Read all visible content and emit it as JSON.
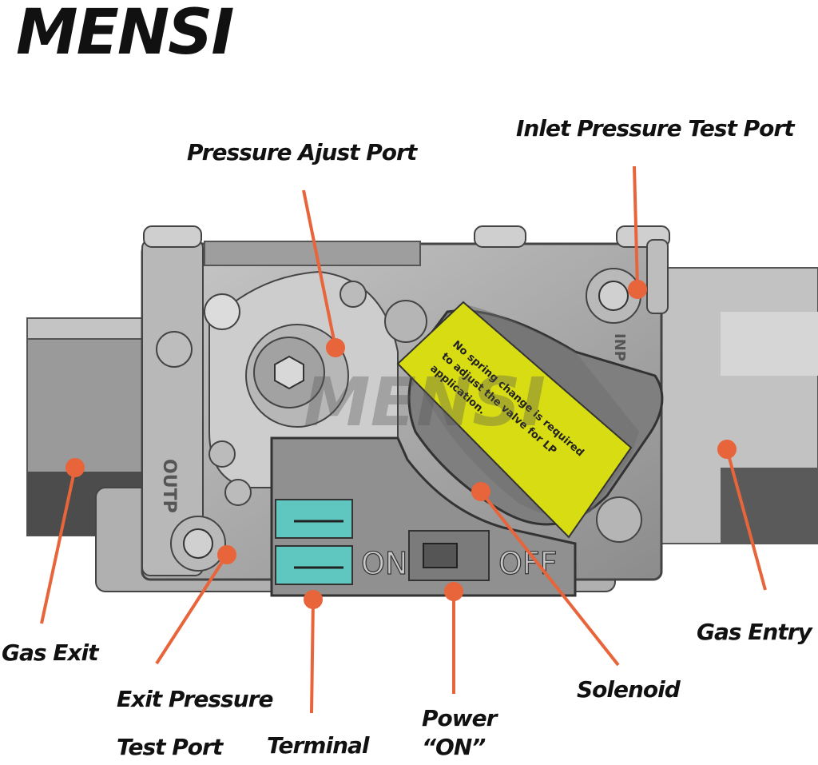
{
  "brand": "MENSI",
  "watermark": "MENSI",
  "labels": {
    "pressure_adjust_port": "Pressure Ajust Port",
    "inlet_pressure_test_port": "Inlet Pressure Test Port",
    "gas_exit": "Gas Exit",
    "gas_entry": "Gas Entry",
    "exit_pressure_line1": "Exit Pressure",
    "exit_pressure_line2": "Test Port",
    "terminal": "Terminal",
    "power_line1": "Power",
    "power_line2": "“ON”",
    "solenoid": "Solenoid"
  },
  "valve_markings": {
    "outlet": "OUTP",
    "inlet": "INP",
    "switch_on": "ON",
    "switch_off": "OFF"
  },
  "warning_label": {
    "line1": "No spring change is required",
    "line2": "to adjust the valve for LP",
    "line3": "application."
  },
  "colors": {
    "callout": "#e8643a",
    "warning_label": "#d8dc12",
    "terminal": "#5fc6c0",
    "body_gray": "#a9a9a9"
  }
}
